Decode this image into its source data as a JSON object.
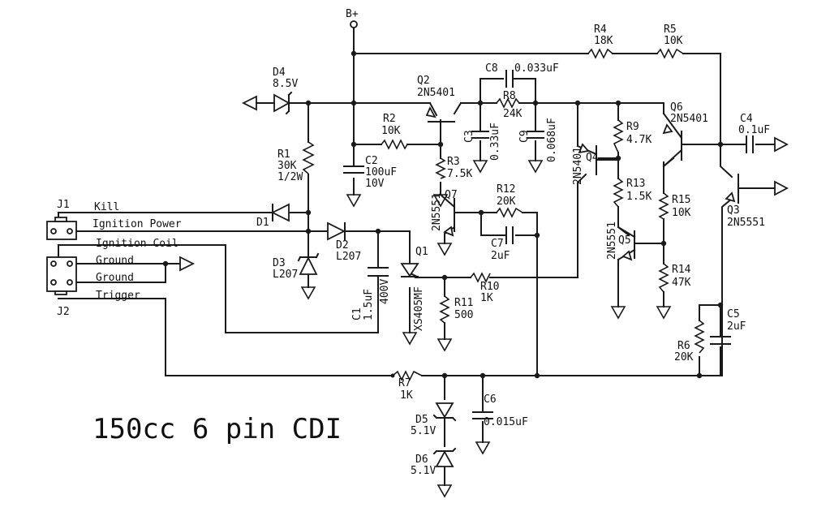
{
  "title": "150cc 6 pin CDI",
  "supply_label": "B+",
  "connectors": {
    "J1": {
      "ref": "J1",
      "pins": [
        "Kill",
        "Ignition Power"
      ]
    },
    "J2": {
      "ref": "J2",
      "pins": [
        "Ignition Coil",
        "Ground",
        "Ground",
        "Trigger"
      ]
    }
  },
  "resistors": {
    "R1": {
      "ref": "R1",
      "value": "30K",
      "extra": "1/2W"
    },
    "R2": {
      "ref": "R2",
      "value": "10K"
    },
    "R3": {
      "ref": "R3",
      "value": "7.5K"
    },
    "R4": {
      "ref": "R4",
      "value": "18K"
    },
    "R5": {
      "ref": "R5",
      "value": "10K"
    },
    "R6": {
      "ref": "R6",
      "value": "20K"
    },
    "R7": {
      "ref": "R7",
      "value": "1K"
    },
    "R8": {
      "ref": "R8",
      "value": "24K"
    },
    "R9": {
      "ref": "R9",
      "value": "4.7K"
    },
    "R10": {
      "ref": "R10",
      "value": "1K"
    },
    "R11": {
      "ref": "R11",
      "value": "500"
    },
    "R12": {
      "ref": "R12",
      "value": "20K"
    },
    "R13": {
      "ref": "R13",
      "value": "1.5K"
    },
    "R14": {
      "ref": "R14",
      "value": "47K"
    },
    "R15": {
      "ref": "R15",
      "value": "10K"
    }
  },
  "capacitors": {
    "C1": {
      "ref": "C1",
      "value": "1.5uF",
      "extra": "400V"
    },
    "C2": {
      "ref": "C2",
      "value": "100uF",
      "extra": "10V"
    },
    "C3": {
      "ref": "C3",
      "value": "0.33uF"
    },
    "C4": {
      "ref": "C4",
      "value": "0.1uF"
    },
    "C5": {
      "ref": "C5",
      "value": "2uF"
    },
    "C6": {
      "ref": "C6",
      "value": "0.015uF"
    },
    "C7": {
      "ref": "C7",
      "value": "2uF"
    },
    "C8": {
      "ref": "C8",
      "value": "0.033uF"
    },
    "C9": {
      "ref": "C9",
      "value": "0.068uF"
    }
  },
  "diodes": {
    "D1": {
      "ref": "D1"
    },
    "D2": {
      "ref": "D2",
      "value": "L207"
    },
    "D3": {
      "ref": "D3",
      "value": "L207"
    },
    "D4": {
      "ref": "D4",
      "value": "8.5V"
    },
    "D5": {
      "ref": "D5",
      "value": "5.1V"
    },
    "D6": {
      "ref": "D6",
      "value": "5.1V"
    }
  },
  "transistors": {
    "Q1": {
      "ref": "Q1",
      "value": "XS405MF"
    },
    "Q2": {
      "ref": "Q2",
      "value": "2N5401"
    },
    "Q3": {
      "ref": "Q3",
      "value": "2N5551"
    },
    "Q4": {
      "ref": "Q4",
      "value": "2N5401"
    },
    "Q5": {
      "ref": "Q5",
      "value": "2N5551"
    },
    "Q6": {
      "ref": "Q6",
      "value": "2N5401"
    },
    "Q7": {
      "ref": "Q7",
      "value": "2N5551"
    }
  }
}
